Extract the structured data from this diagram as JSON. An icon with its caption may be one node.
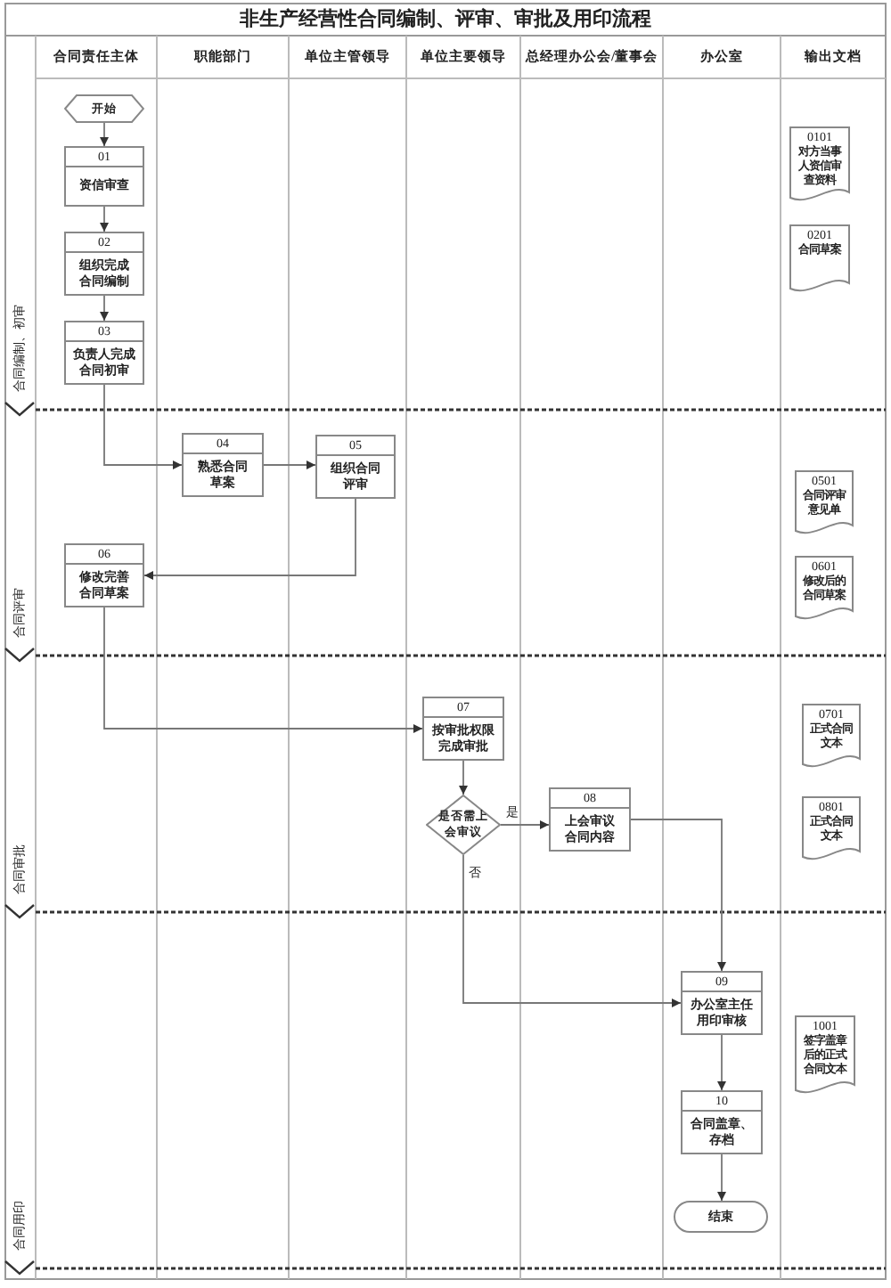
{
  "diagram": {
    "title": "非生产经营性合同编制、评审、审批及用印流程",
    "nodes": [
      {
        "text": [
          "开始"
        ]
      },
      {
        "text": [
          "01",
          "资信审查"
        ]
      },
      {
        "text": [
          "02",
          "组织完成合同编制"
        ]
      },
      {
        "text": [
          "03",
          "负责人完成合同初审"
        ]
      },
      {
        "text": [
          "04",
          "熟悉合同草案"
        ]
      },
      {
        "text": [
          "05",
          "组织合同评审"
        ]
      },
      {
        "text": [
          "06",
          "修改完善合同草案"
        ]
      },
      {
        "text": [
          "07",
          "按审批权限完成审批"
        ]
      },
      {
        "text": [
          "是否需上会审议"
        ]
      },
      {
        "text": [
          "08",
          "上会审议合同内容"
        ]
      },
      {
        "text": [
          "09",
          "办公室主任用印审核"
        ]
      },
      {
        "text": [
          "10",
          "合同盖章、存档"
        ]
      },
      {
        "text": [
          "结束"
        ]
      },
      {
        "text": [
          "0101",
          "对方当事人资信审查资料"
        ]
      },
      {
        "text": [
          "0201",
          "合同草案"
        ]
      },
      {
        "text": [
          "0501",
          "合同评审意见单"
        ]
      },
      {
        "text": [
          "0601",
          "修改后的合同草案"
        ]
      },
      {
        "text": [
          "0701",
          "正式合同文本"
        ]
      },
      {
        "text": [
          "0801",
          "正式合同文本"
        ]
      },
      {
        "text": [
          "1001",
          "签字盖章后的正式合同文本"
        ]
      }
    ],
    "edges": [
      {
        "from": 0,
        "to": 1,
        "arrow": "to"
      },
      {
        "from": 1,
        "to": 2,
        "arrow": "to"
      },
      {
        "from": 2,
        "to": 3,
        "arrow": "to"
      },
      {
        "from": 3,
        "to": 4,
        "arrow": "to"
      },
      {
        "from": 4,
        "to": 5,
        "arrow": "to"
      },
      {
        "from": 5,
        "to": 6,
        "arrow": "to"
      },
      {
        "from": 6,
        "to": 7,
        "arrow": "to"
      },
      {
        "from": 7,
        "to": 8,
        "arrow": "to"
      },
      {
        "from": 8,
        "to": 9,
        "arrow": "to",
        "label": "是"
      },
      {
        "from": 8,
        "to": 10,
        "arrow": "to",
        "label": "否"
      },
      {
        "from": 9,
        "to": 10,
        "arrow": "to"
      },
      {
        "from": 10,
        "to": 11,
        "arrow": "to"
      },
      {
        "from": 11,
        "to": 12,
        "arrow": "to"
      }
    ],
    "labels": [
      "合同责任主体",
      "职能部门",
      "单位主管领导",
      "单位主要领导",
      "总经理办公会/董事会",
      "办公室",
      "输出文档",
      "合同编制、初审",
      "合同评审",
      "合同审批",
      "合同用印"
    ]
  }
}
